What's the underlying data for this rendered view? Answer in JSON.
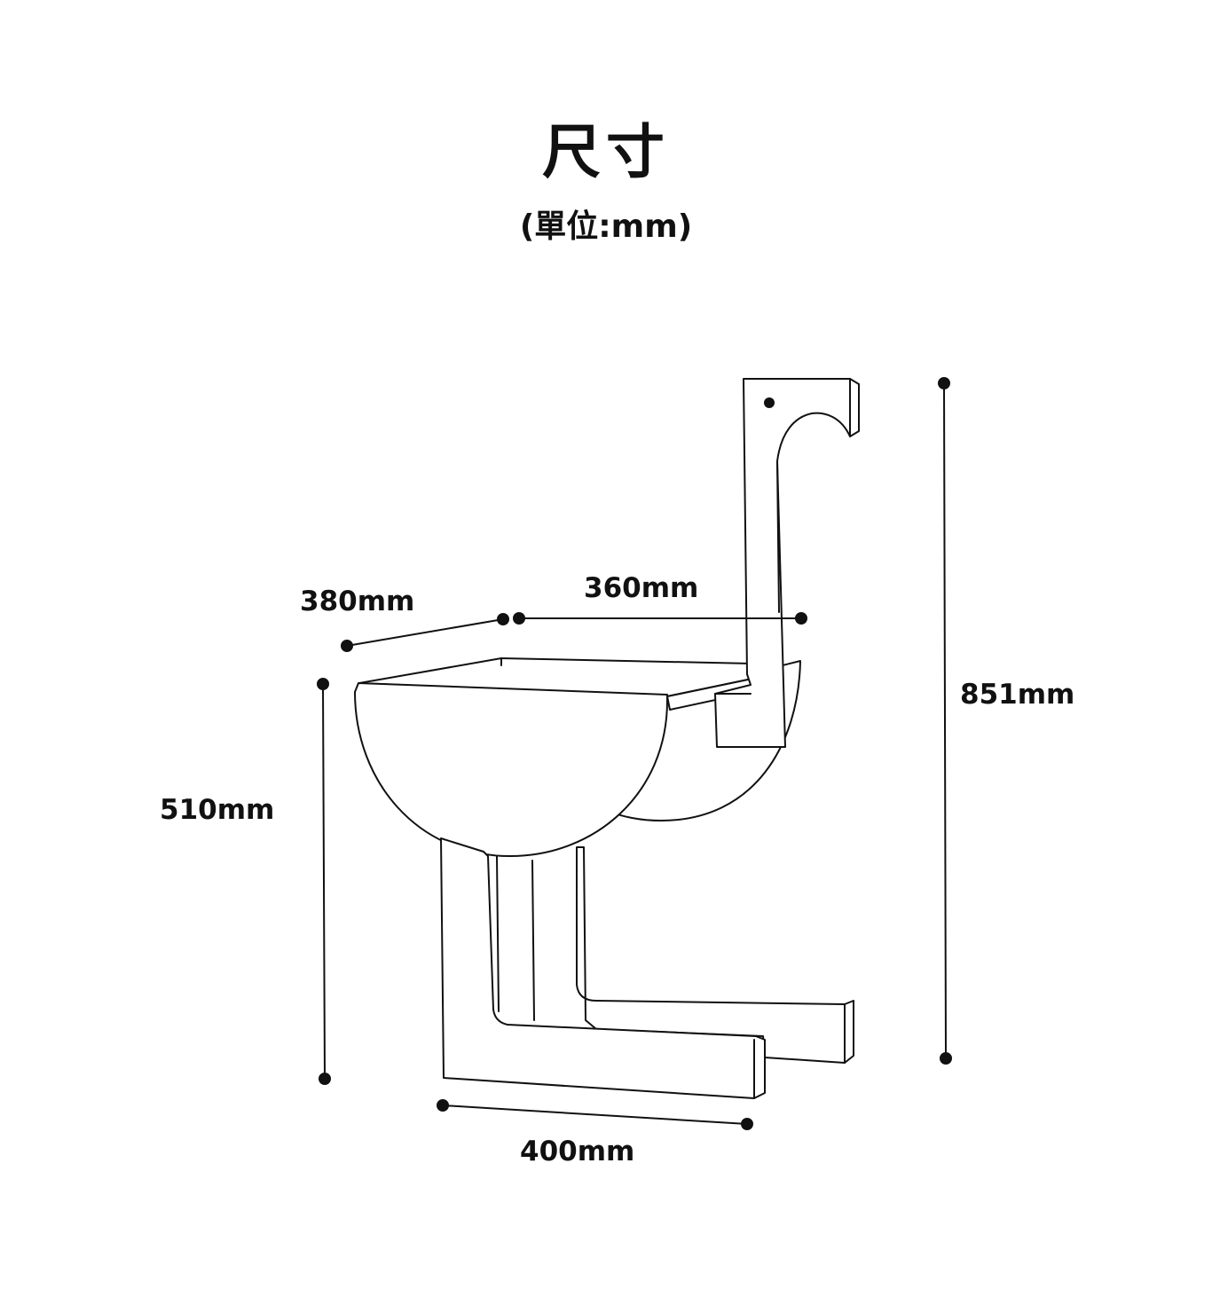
{
  "header": {
    "title": "尺寸",
    "subtitle": "(單位:mm)"
  },
  "dimensions": {
    "depth_label": "380mm",
    "seat_width_label": "360mm",
    "overall_height_label": "851mm",
    "seat_height_label": "510mm",
    "base_width_label": "400mm"
  },
  "colors": {
    "line": "#111111",
    "background": "#ffffff"
  }
}
